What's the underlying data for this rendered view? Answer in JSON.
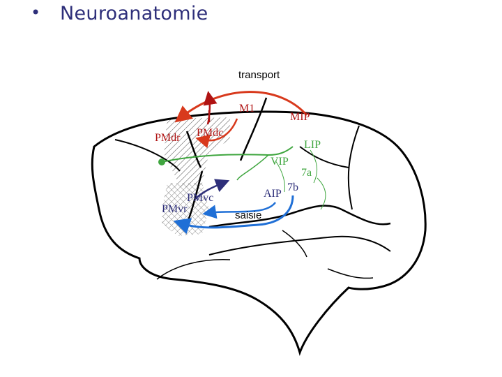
{
  "slide": {
    "bullet": "•",
    "title": "Neuroanatomie"
  },
  "diagram": {
    "labels": {
      "transport": "transport",
      "m1": "M1",
      "mip": "MIP",
      "pmdr": "PMdr",
      "pmdc": "PMdc",
      "lip": "LIP",
      "vip": "VIP",
      "area_7a": "7a",
      "pmvc": "PMvc",
      "pmvr": "PMvr",
      "aip": "AIP",
      "area_7b": "7b",
      "saisie": "saisie"
    },
    "colors": {
      "red": "#d8391c",
      "dark_red": "#b01313",
      "green": "#3fa63f",
      "blue": "#1f6fd6",
      "navy": "#2e2f7a",
      "outline": "#000000"
    }
  }
}
